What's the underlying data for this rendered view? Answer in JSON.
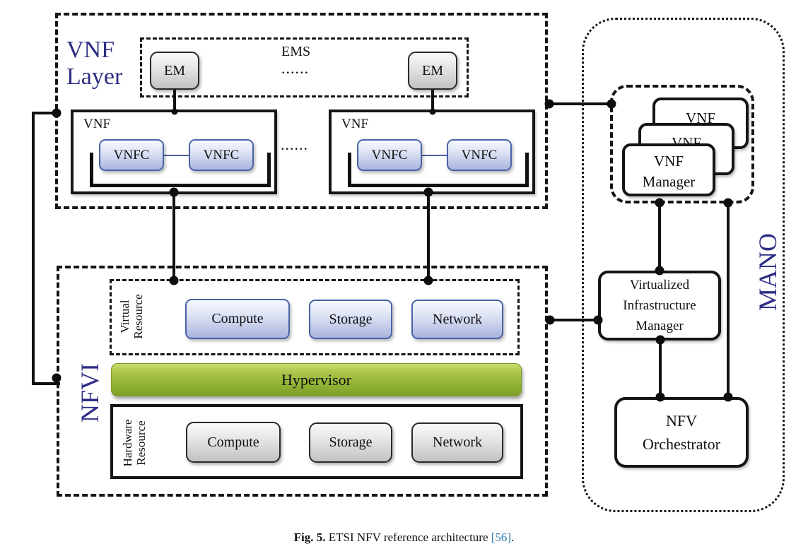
{
  "figure": {
    "caption_prefix": "Fig. 5.",
    "caption_text": " ETSI NFV reference architecture ",
    "caption_ref": "[56]",
    "caption_period": "."
  },
  "vnf_layer": {
    "label_line1": "VNF",
    "label_line2": "Layer",
    "ems": {
      "label": "EMS",
      "dots": "......",
      "em_boxes": [
        {
          "label": "EM"
        },
        {
          "label": "EM"
        }
      ]
    },
    "vnf_dots": "......",
    "vnf_boxes": [
      {
        "label": "VNF",
        "vnfc": [
          "VNFC",
          "VNFC"
        ]
      },
      {
        "label": "VNF",
        "vnfc": [
          "VNFC",
          "VNFC"
        ]
      }
    ]
  },
  "nfvi": {
    "label": "NFVI",
    "virtual_resource": {
      "label_line1": "Virtual",
      "label_line2": "Resource",
      "boxes": [
        "Compute",
        "Storage",
        "Network"
      ]
    },
    "hypervisor_label": "Hypervisor",
    "hardware_resource": {
      "label_line1": "Hardware",
      "label_line2": "Resource",
      "boxes": [
        "Compute",
        "Storage",
        "Network"
      ]
    }
  },
  "mano": {
    "label": "MANO",
    "vnf_manager_stack": {
      "back_label": "VNF",
      "middle_label": "VNF",
      "front_label_line1": "VNF",
      "front_label_line2": "Manager"
    },
    "vim": {
      "line1": "Virtualized",
      "line2": "Infrastructure",
      "line3": "Manager"
    },
    "nfvo": {
      "line1": "NFV",
      "line2": "Orchestrator"
    }
  },
  "colors": {
    "navy_label": "#2e2e85",
    "vnfc_border_blue": "#4a63a8",
    "hypervisor_green": "#8cad30",
    "citation_link_blue": "#2d7db3"
  }
}
